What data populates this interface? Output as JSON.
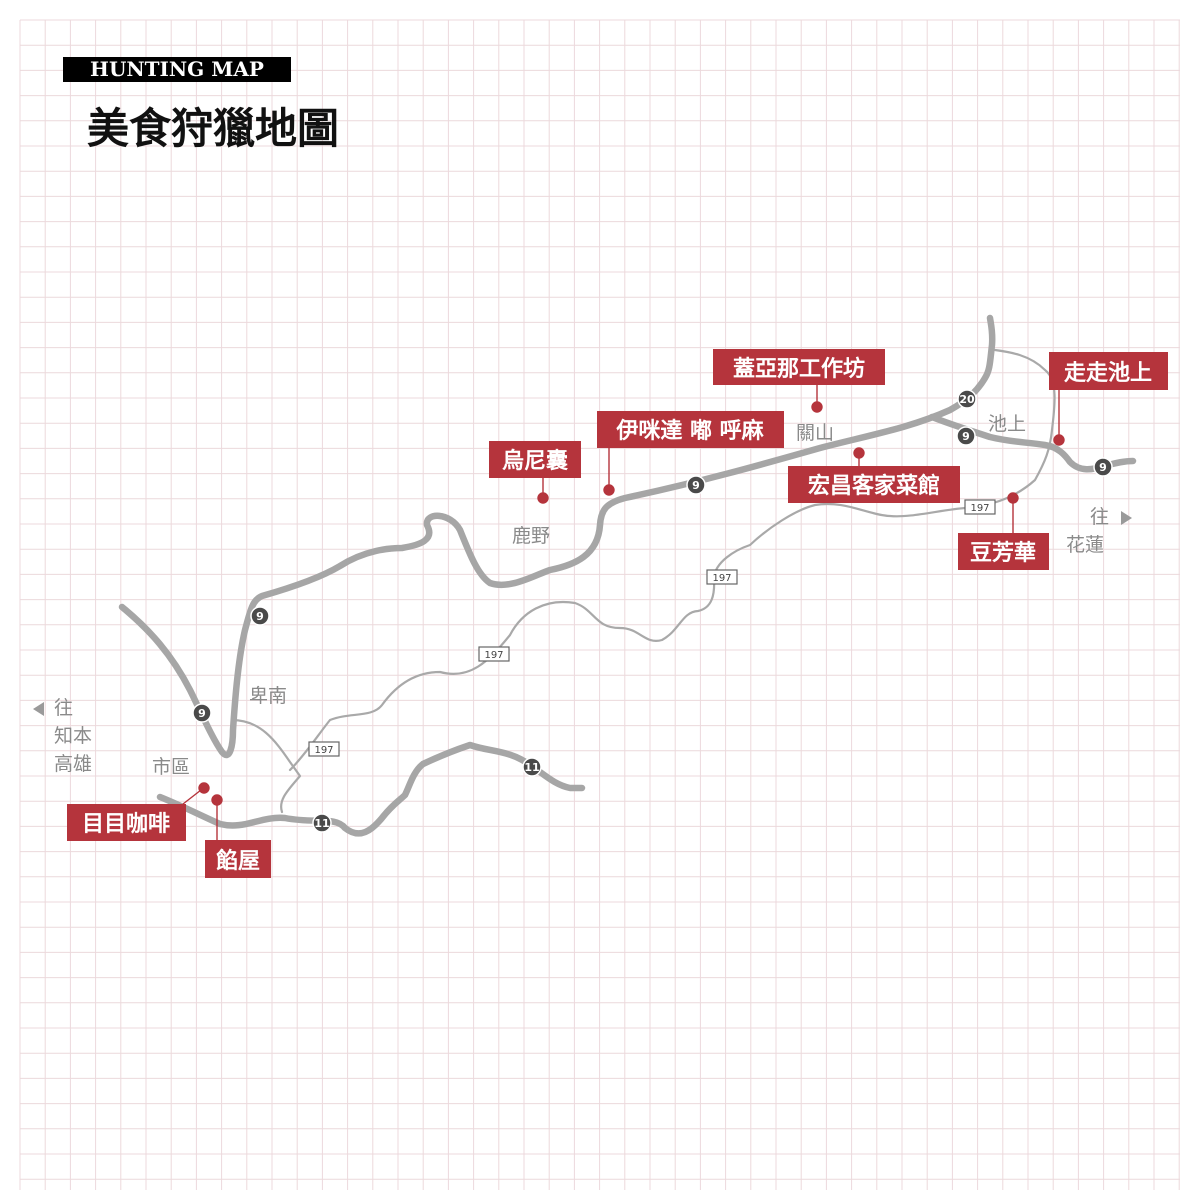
{
  "header": {
    "badge": "HUNTING MAP",
    "title": "美食狩獵地圖"
  },
  "colors": {
    "accent": "#b5343c",
    "road_main": "#a6a6a6",
    "road_minor": "#a9a9a9",
    "grid": "#ecd9dc",
    "text_place": "#8a8a8a"
  },
  "places": {
    "luye": "鹿野",
    "guanshan": "關山",
    "chishang": "池上",
    "beinan": "卑南",
    "city": "市區"
  },
  "directions": {
    "west": {
      "line1": "往",
      "line2": "知本",
      "line3": "高雄"
    },
    "east": {
      "line1": "往",
      "line2": "花蓮"
    }
  },
  "shields": {
    "hwy9": "9",
    "hwy11": "11",
    "hwy20": "20",
    "road197": "197"
  },
  "pois": {
    "gaiya": "蓋亞那工作坊",
    "zouzou": "走走池上",
    "yimida": "伊咪達 嘟 呼麻",
    "wunirang": "烏尼囊",
    "hongchang": "宏昌客家菜館",
    "doufanghua": "豆芳華",
    "mumu": "目目咖啡",
    "xianwu": "餡屋"
  },
  "icons": [
    "arrow-left-icon",
    "arrow-right-icon",
    "route-shield-icon",
    "poi-marker-icon"
  ]
}
